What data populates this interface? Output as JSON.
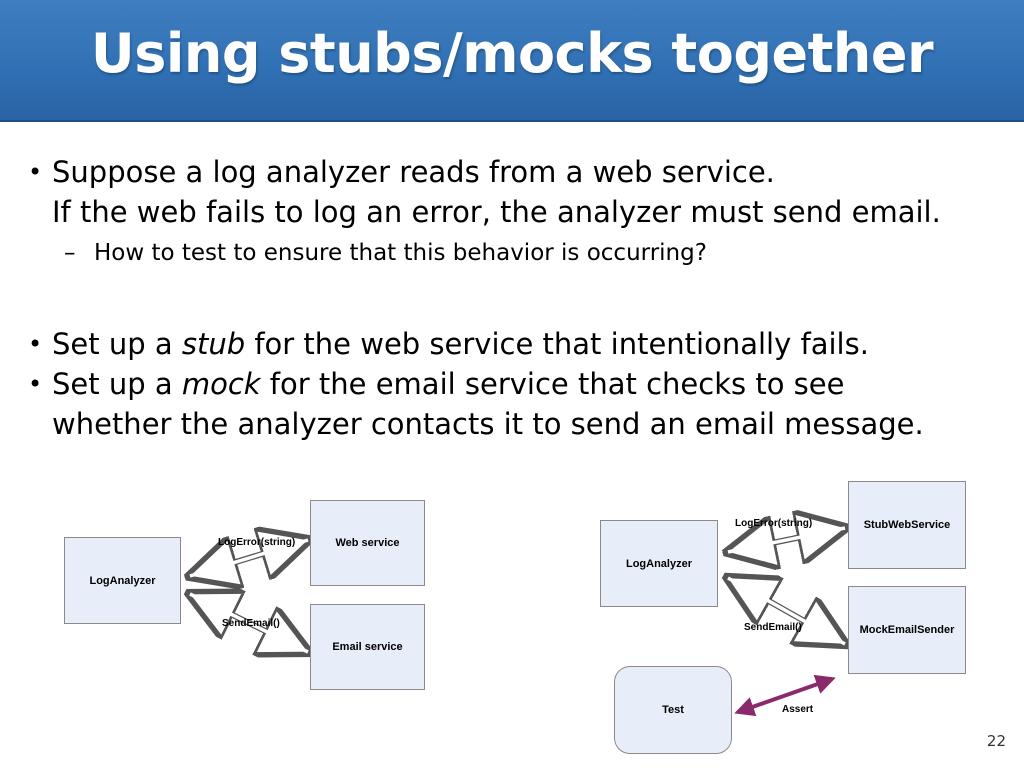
{
  "slide": {
    "title": "Using stubs/mocks together",
    "page_number": "22"
  },
  "bullets": {
    "b1_line1": "Suppose a log analyzer reads from a web service.",
    "b1_line2": "If the web fails to log an error, the analyzer must send email.",
    "b1_sub": "How to test to ensure that this behavior is occurring?",
    "b2_pre": "Set up a ",
    "b2_em": "stub",
    "b2_post": " for the web service that intentionally fails.",
    "b3_pre": "Set up a ",
    "b3_em": "mock",
    "b3_post": " for the email service that checks to see",
    "b3_line2": "whether the analyzer contacts it to send an email message."
  },
  "diagram_left": {
    "log_analyzer": "LogAnalyzer",
    "web_service": "Web service",
    "email_service": "Email service",
    "log_error_label": "LogError(string)",
    "send_email_label": "SendEmail()"
  },
  "diagram_right": {
    "log_analyzer": "LogAnalyzer",
    "stub_web_service": "StubWebService",
    "mock_email_sender": "MockEmailSender",
    "test": "Test",
    "log_error_label": "LogError(string)",
    "send_email_label": "SendEmail()",
    "assert_label": "Assert",
    "assert_color": "#8b2a6b"
  }
}
